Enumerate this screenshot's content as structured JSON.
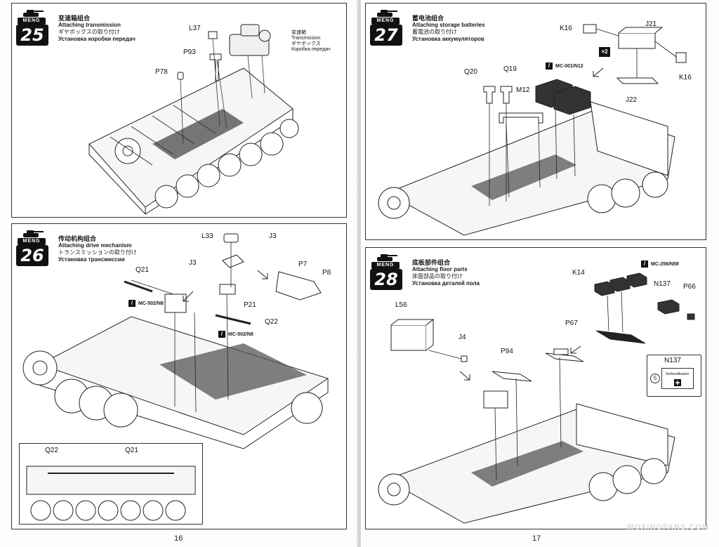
{
  "brand": "MENG",
  "steps": [
    {
      "num": "25",
      "title_zh": "变速箱组合",
      "title_en": "Attaching transmission",
      "title_ja": "ギヤボックスの取り付け",
      "title_ru": "Установка коробки передач",
      "labels": [
        "L37",
        "P93",
        "P78"
      ],
      "part_note": {
        "zh": "变速箱",
        "en": "Transmission",
        "ja": "ギヤボックス",
        "ru": "Коробка передач"
      }
    },
    {
      "num": "26",
      "title_zh": "传动机构组合",
      "title_en": "Attaching drive mechanism",
      "title_ja": "トランスミッションの取り付け",
      "title_ru": "Установка трансмиссии",
      "labels": [
        "L33",
        "J3",
        "J3",
        "P7",
        "P8",
        "Q21",
        "P21",
        "Q22"
      ],
      "paints": [
        "MC-502/N8",
        "MC-502/N8"
      ],
      "inset_labels": [
        "Q22",
        "Q21"
      ]
    },
    {
      "num": "27",
      "title_zh": "蓄电池组合",
      "title_en": "Attaching storage batteries",
      "title_ja": "蓄電池の取り付け",
      "title_ru": "Установка аккумуляторов",
      "labels": [
        "K16",
        "J21",
        "K16",
        "J22",
        "Q20",
        "Q19",
        "M12"
      ],
      "paints": [
        "MC-001/N12"
      ],
      "qty": "×2"
    },
    {
      "num": "28",
      "title_zh": "底板部件组合",
      "title_en": "Attaching floor parts",
      "title_ja": "床面部品の取り付け",
      "title_ru": "Установка деталей пола",
      "labels": [
        "L56",
        "J4",
        "P94",
        "K14",
        "N137",
        "P66",
        "P67"
      ],
      "paints": [
        "MC-256/N58"
      ],
      "callout": {
        "part": "N137",
        "text": "Verbandkasten",
        "num": "5"
      }
    }
  ],
  "page_numbers": {
    "left": "16",
    "right": "17"
  },
  "watermark": "MOXINGFANS.COM"
}
